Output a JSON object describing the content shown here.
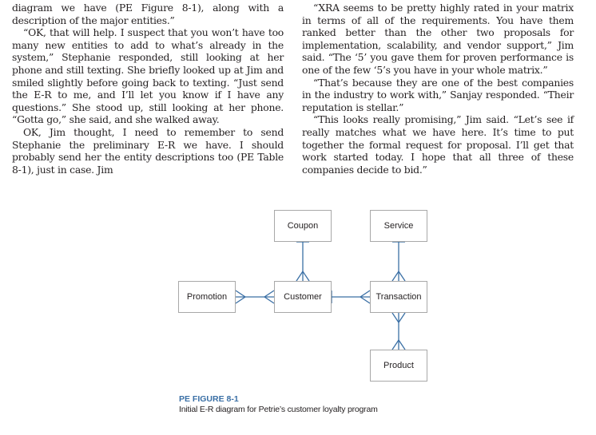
{
  "text": {
    "left_paragraphs": [
      "diagram we have (PE Figure 8-1), along with a description of the major entities.”",
      "“OK, that will help. I suspect that you won’t have too many new entities to add to what’s already in the system,” Stephanie responded, still looking at her phone and still texting. She briefly looked up at Jim and smiled slightly before going back to texting. “Just send the E-R to me, and I’ll let you know if I have any questions.” She stood up, still looking at her phone. “Gotta go,” she said, and she walked away.",
      "OK, Jim thought, I need to remember to send Stephanie the preliminary E-R we have. I should probably send her the entity descriptions too (PE Table 8-1), just in case. Jim"
    ],
    "right_paragraphs": [
      "“XRA seems to be pretty highly rated in your matrix in terms of all of the requirements. You have them ranked better than the other two proposals for implementation, scalability, and vendor support,” Jim said. “The ‘5’ you gave them for proven performance is one of the few ‘5’s you have in your whole matrix.”",
      "“That’s because they are one of the best companies in the industry to work with,” Sanjay responded. “Their reputation is stellar.”",
      "“This looks really promising,” Jim said. “Let’s see if really matches what we have here. It’s time to put together the formal request for proposal. I’ll get that work started today. I hope that all three of these companies decide to bid.”"
    ]
  },
  "diagram": {
    "entities": {
      "coupon": "Coupon",
      "service": "Service",
      "promotion": "Promotion",
      "customer": "Customer",
      "transaction": "Transaction",
      "product": "Product"
    }
  },
  "caption": {
    "figure_label": "PE FIGURE 8-1",
    "description": "Initial E-R diagram for Petrie’s customer loyalty program"
  }
}
